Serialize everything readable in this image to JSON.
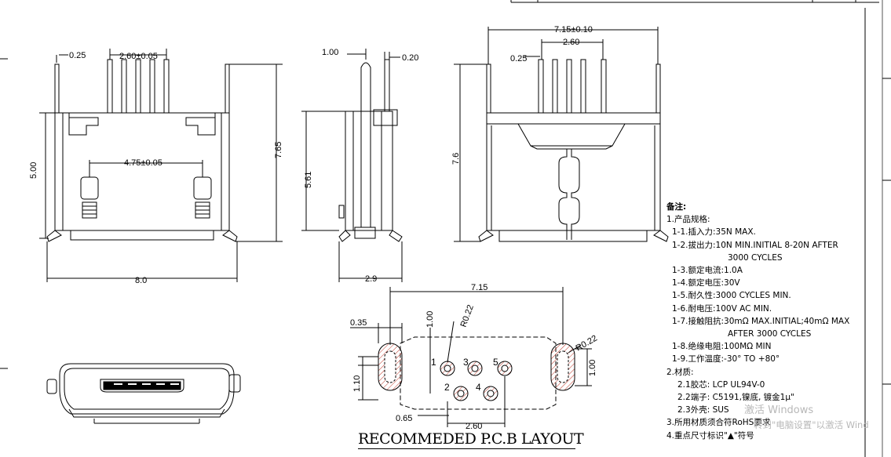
{
  "front_view": {
    "dim_pin_width": "0.25",
    "dim_pitch": "2.60±0.05",
    "dim_total_width": "8.0",
    "dim_body_height": "5.00",
    "dim_total_height": "7.65",
    "dim_hole_pitch": "4.75±0.05"
  },
  "side_view": {
    "dim_pin_offset": "1.00",
    "dim_pin_thickness": "0.20",
    "dim_body_height": "5.61",
    "dim_depth": "2.9"
  },
  "rear_view": {
    "dim_total_width": "7.15±0.10",
    "dim_pitch": "2.60",
    "dim_pin_width": "0.25",
    "dim_height": "7.6"
  },
  "pcb_layout": {
    "title": "RECOMMEDED P.C.B LAYOUT",
    "dim_span": "7.15",
    "dim_slot_width": "0.35",
    "dim_pin_row_offset": "1.00",
    "dim_radius_left": "R0.22",
    "dim_radius_right": "R0.22",
    "dim_slot_height_left": "1.10",
    "dim_slot_height_right": "1.00",
    "dim_edge": "0.65",
    "dim_pitch": "2.60",
    "pin_numbers": [
      "1",
      "2",
      "3",
      "4",
      "5"
    ]
  },
  "notes": {
    "title": "备注:",
    "lines": [
      {
        "level": 0,
        "text": "1.产品规格:"
      },
      {
        "level": 1,
        "text": "1-1.插入力:35N MAX."
      },
      {
        "level": 1,
        "text": "1-2.拔出力:10N MIN.INITIAL 8-20N AFTER"
      },
      {
        "level": 3,
        "text": "3000 CYCLES"
      },
      {
        "level": 1,
        "text": "1-3.额定电流:1.0A"
      },
      {
        "level": 1,
        "text": "1-4.额定电压:30V"
      },
      {
        "level": 1,
        "text": "1-5.耐久性:3000 CYCLES MIN."
      },
      {
        "level": 1,
        "text": "1-6.耐电压:100V AC MIN."
      },
      {
        "level": 1,
        "text": "1-7.接触阻抗:30mΩ MAX.INITIAL;40mΩ MAX"
      },
      {
        "level": 3,
        "text": "AFTER 3000 CYCLES"
      },
      {
        "level": 1,
        "text": "1-8.绝缘电阻:100MΩ MIN"
      },
      {
        "level": 1,
        "text": "1-9.工作温度:-30° TO +80°"
      },
      {
        "level": 0,
        "text": "2.材质:"
      },
      {
        "level": 2,
        "text": "2.1胶芯: LCP UL94V-0"
      },
      {
        "level": 2,
        "text": "2.2端子: C5191,镍底, 镀金1μ\""
      },
      {
        "level": 2,
        "text": "2.3外壳: SUS"
      },
      {
        "level": 0,
        "text": "3.所用材质须合符RoHS要求"
      },
      {
        "level": 0,
        "text": "4.重点尺寸标识\"▲\"符号"
      }
    ]
  },
  "watermark": {
    "line1": "激活 Windows",
    "line2": "转到\"电脑设置\"以激活 Wind"
  }
}
